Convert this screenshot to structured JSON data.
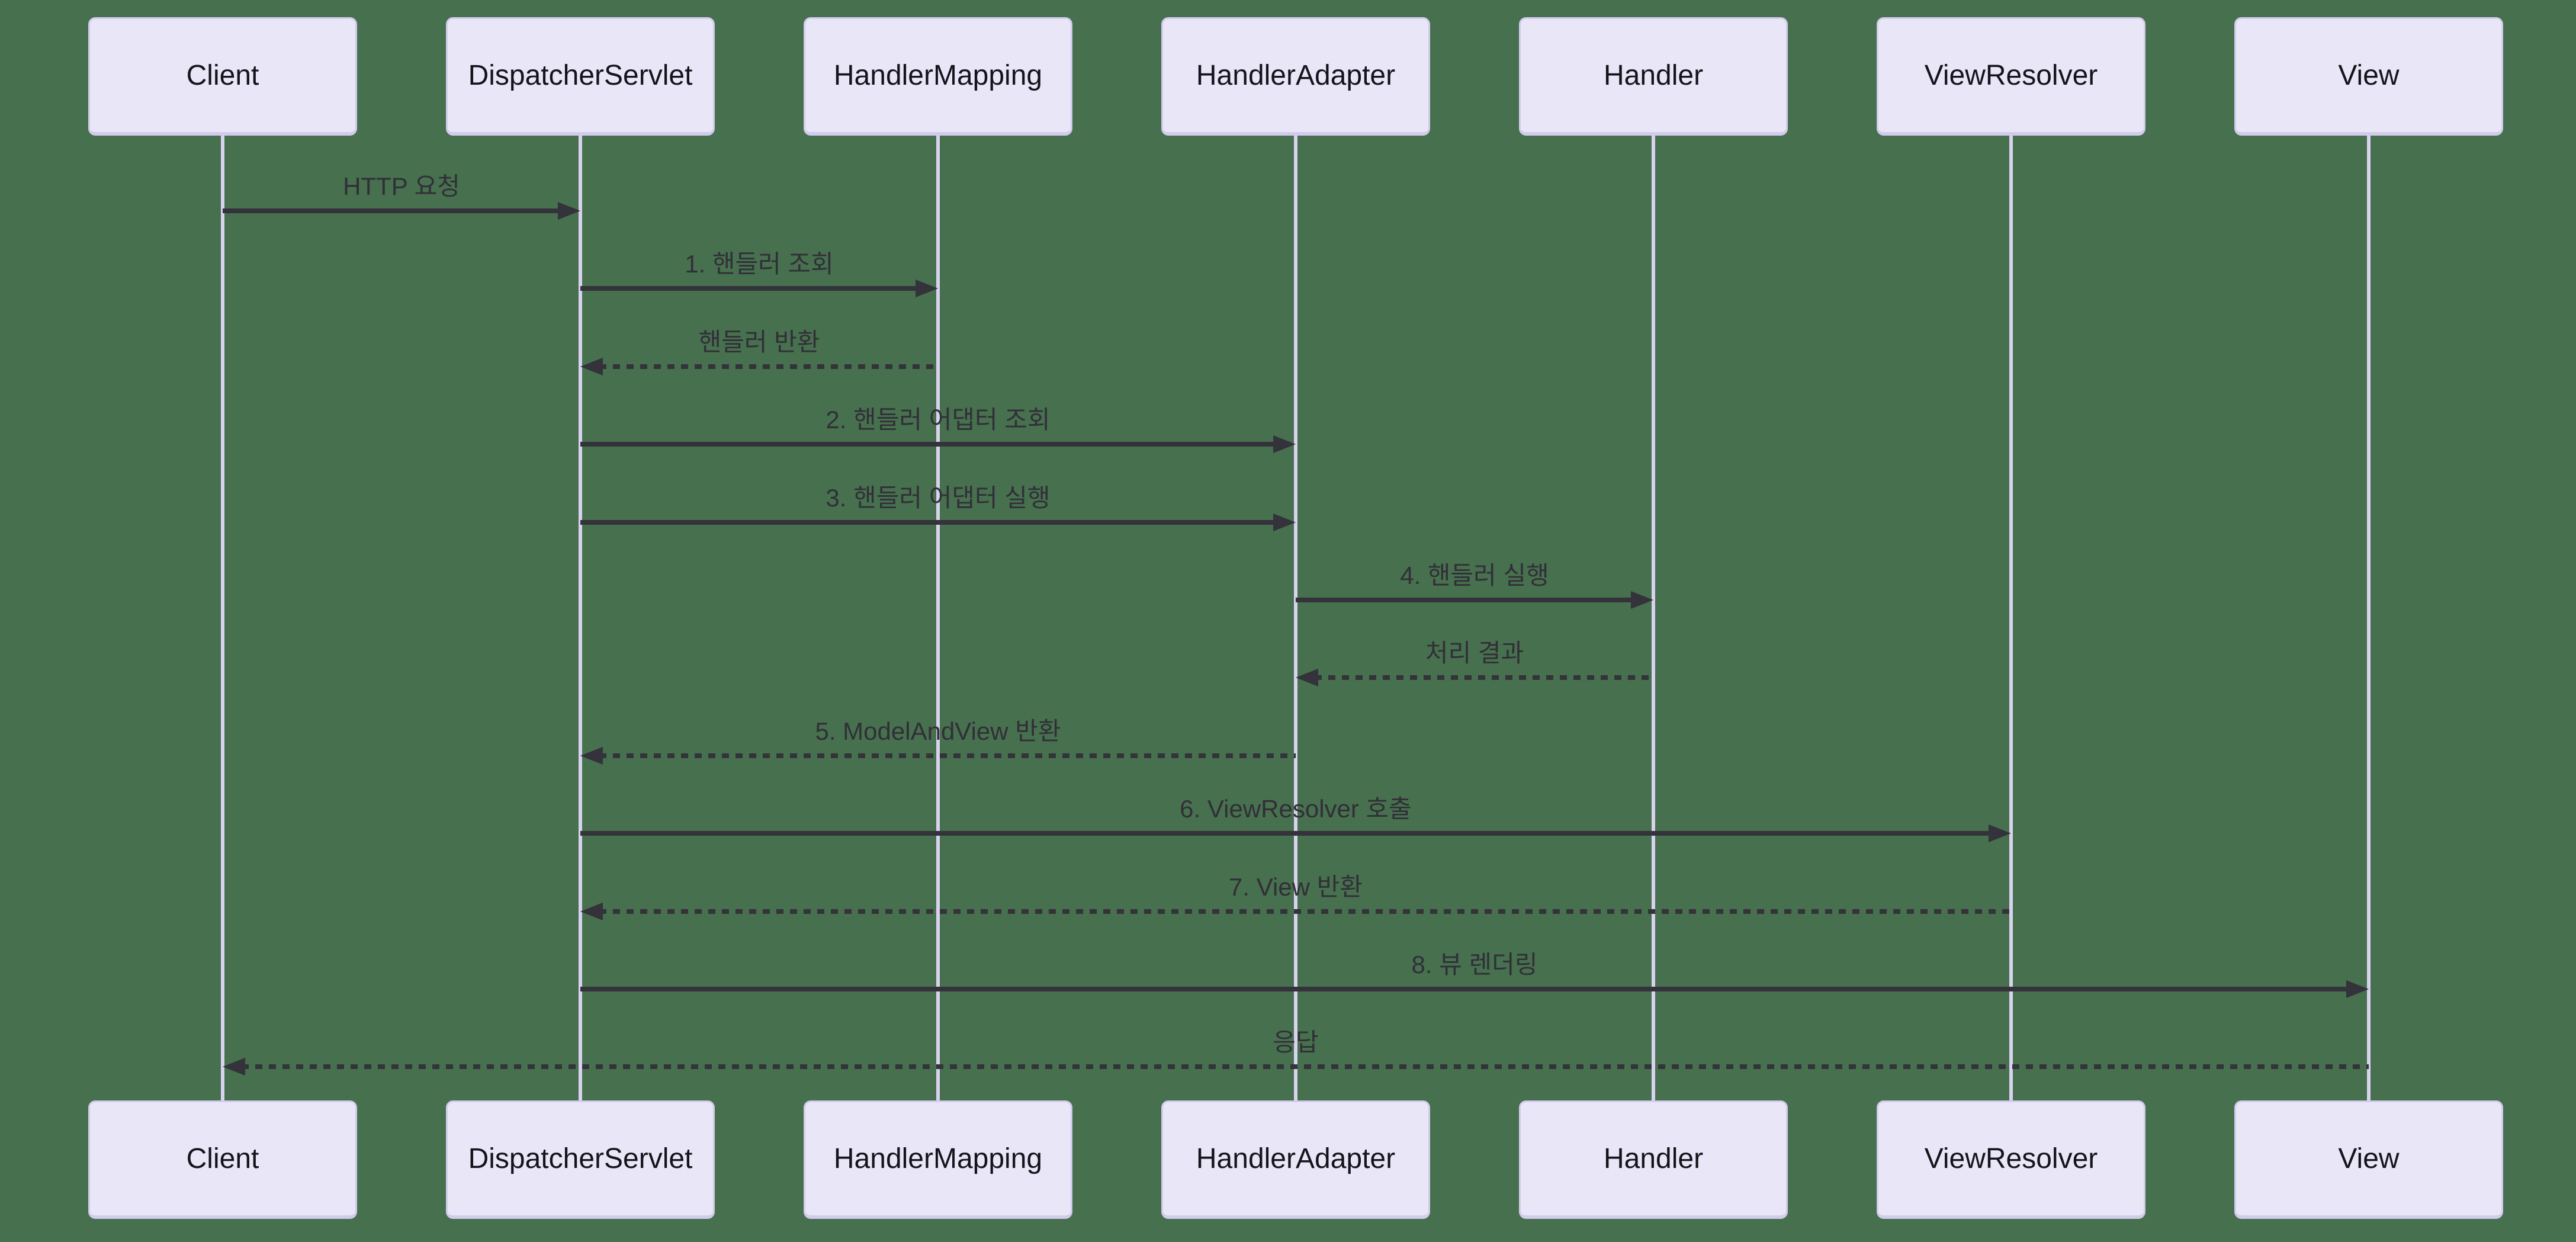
{
  "diagram": {
    "type": "sequence",
    "participants": [
      {
        "id": "client",
        "label": "Client"
      },
      {
        "id": "dispatcher-servlet",
        "label": "DispatcherServlet"
      },
      {
        "id": "handler-mapping",
        "label": "HandlerMapping"
      },
      {
        "id": "handler-adapter",
        "label": "HandlerAdapter"
      },
      {
        "id": "handler",
        "label": "Handler"
      },
      {
        "id": "view-resolver",
        "label": "ViewResolver"
      },
      {
        "id": "view",
        "label": "View"
      }
    ],
    "messages": [
      {
        "from": "client",
        "to": "dispatcher-servlet",
        "label": "HTTP 요청",
        "line": "solid"
      },
      {
        "from": "dispatcher-servlet",
        "to": "handler-mapping",
        "label": "1. 핸들러 조회",
        "line": "solid"
      },
      {
        "from": "handler-mapping",
        "to": "dispatcher-servlet",
        "label": "핸들러 반환",
        "line": "dashed"
      },
      {
        "from": "dispatcher-servlet",
        "to": "handler-adapter",
        "label": "2. 핸들러 어댑터 조회",
        "line": "solid"
      },
      {
        "from": "dispatcher-servlet",
        "to": "handler-adapter",
        "label": "3. 핸들러 어댑터 실행",
        "line": "solid"
      },
      {
        "from": "handler-adapter",
        "to": "handler",
        "label": "4. 핸들러 실행",
        "line": "solid"
      },
      {
        "from": "handler",
        "to": "handler-adapter",
        "label": "처리 결과",
        "line": "dashed"
      },
      {
        "from": "handler-adapter",
        "to": "dispatcher-servlet",
        "label": "5. ModelAndView 반환",
        "line": "dashed"
      },
      {
        "from": "dispatcher-servlet",
        "to": "view-resolver",
        "label": "6. ViewResolver 호출",
        "line": "solid"
      },
      {
        "from": "view-resolver",
        "to": "dispatcher-servlet",
        "label": "7. View 반환",
        "line": "dashed"
      },
      {
        "from": "dispatcher-servlet",
        "to": "view",
        "label": "8. 뷰 렌더링",
        "line": "solid"
      },
      {
        "from": "view",
        "to": "client",
        "label": "응답",
        "line": "dashed"
      }
    ],
    "colors": {
      "background": "#47704e",
      "actor_fill": "#e9e6f8",
      "actor_border": "#d2cbec",
      "actor_text": "#15141a",
      "lifeline": "#d9d2ef",
      "arrow": "#34323a",
      "label_text": "#312f38"
    }
  }
}
